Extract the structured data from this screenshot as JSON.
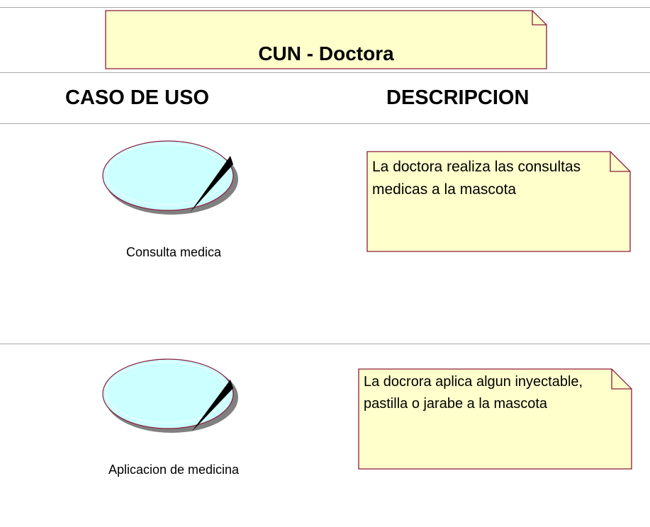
{
  "title": "CUN - Doctora",
  "columns": {
    "use_case": "CASO DE USO",
    "description": "DESCRIPCION"
  },
  "rows": [
    {
      "use_case": "Consulta medica",
      "description": "La doctora realiza las consultas medicas a la mascota"
    },
    {
      "use_case": "Aplicacion de medicina",
      "description": "La docrora aplica algun inyectable, pastilla o jarabe a la mascota"
    }
  ],
  "colors": {
    "note_fill": "#ffffcc",
    "note_border": "#8b1a3a",
    "ellipse_fill": "#ccffff",
    "ellipse_shadow": "#808080",
    "rule": "#a8a8a8"
  }
}
